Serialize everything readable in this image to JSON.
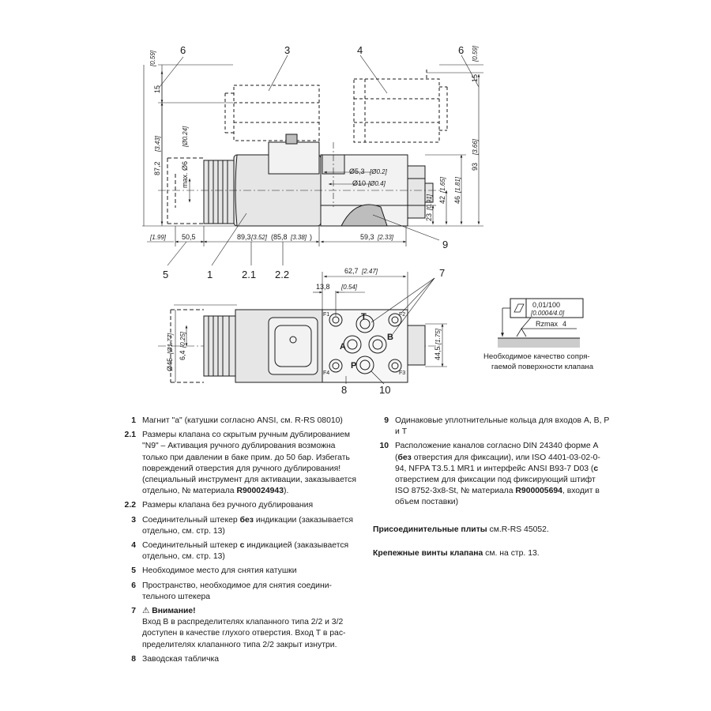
{
  "colors": {
    "line": "#1a1a1a",
    "body_fill": "#e6e6e6",
    "dark_fill": "#bdbdbd",
    "dim_italic": "#444444"
  },
  "drawing": {
    "callouts": {
      "c6": "6",
      "c3": "3",
      "c4": "4",
      "c5": "5",
      "c1": "1",
      "c21": "2.1",
      "c22": "2.2",
      "c9": "9",
      "c7": "7",
      "c8": "8",
      "c10": "10"
    },
    "dims": {
      "d15": "15",
      "d059": "[0.59]",
      "d872": "87,2",
      "d343": "[3.43]",
      "dmax6": "max. Ø6",
      "d024": "[Ø0.24]",
      "d93": "93",
      "d366": "[3.66]",
      "d46": "46",
      "d181": "[1.81]",
      "d42": "42",
      "d165": "[1.65]",
      "d23": "23",
      "d091": "[0.91]",
      "d53": "Ø5,3",
      "d53i": "[Ø0.2]",
      "d10": "Ø10",
      "d10i": "[Ø0.4]",
      "d199": "[1.99]",
      "d505": "50,5",
      "d893": "89,3",
      "d352": "[3.52]",
      "d858": "(85,8",
      "d338": "[3.38]",
      "d858c": ")",
      "d593": "59,3",
      "d233": "[2.33]",
      "d627": "62,7",
      "d247": "[2.47]",
      "d138": "13,8",
      "d054": "[0.54]",
      "d45": "Ø45",
      "d177": "[Ø1.77]",
      "d64": "6,4",
      "d025": "[0.25]",
      "d445": "44,5",
      "d175": "[1.75]"
    },
    "ports": {
      "T": "T",
      "A": "A",
      "B": "B",
      "P": "P",
      "F1": "F1",
      "F2": "F2",
      "F3": "F3",
      "F4": "F4"
    },
    "surface": {
      "flatness": "0,01/100",
      "flatness_in": "[0.0004/4.0]",
      "rz": "Rzmax",
      "rz_val": "4",
      "cap1": "Необходимое качество сопря-",
      "cap2": "гаемой поверхности клапана"
    }
  },
  "legend_left": [
    {
      "num": "1",
      "text": "Магнит \"a\" (катушки согласно ANSI, см. R-RS 08010)"
    },
    {
      "num": "2.1",
      "pre": "Размеры клапана со скрытым ручным дублирова­нием \"N9\" – Активация ручного дублирования возмож­на только при давлении в баке прим. до 50 бар. Из­бегать повреждений отверстия для ручного дублиро­вания! (специальный инструмент для активации, за­казывается отдельно, № материала ",
      "bold": "R900024943",
      "post": ")."
    },
    {
      "num": "2.2",
      "text": "Размеры клапана без ручного дублирования"
    },
    {
      "num": "3",
      "pre": "Соединительный штекер ",
      "bold": "без",
      "post": " индикации (заказы­вается отдельно, см. стр. 13)"
    },
    {
      "num": "4",
      "pre": "Соединительный штекер ",
      "bold": "с",
      "post": " индикацией (заказы­вается отдельно, см. стр. 13)"
    },
    {
      "num": "5",
      "text": "Необходимое место для снятия катушки"
    },
    {
      "num": "6",
      "text": "Пространство, необходимое для снятия соедини­тельного штекера"
    },
    {
      "num": "7",
      "warn_title": "Внимание!",
      "text": "Вход B в распределителях клапанного типа 2/2 и 3/2 доступен в качестве глухого отверстия. Вход T в рас­пределителях клапанного типа 2/2 закрыт изнутри."
    },
    {
      "num": "8",
      "text": "Заводская табличка"
    }
  ],
  "legend_right": [
    {
      "num": "9",
      "text": "Одинаковые уплотнительные кольца для входов A, B, P и T"
    },
    {
      "num": "10",
      "p1": "Расположение каналов согласно DIN 24340 форме A (",
      "b1": "без",
      "p2": " отверстия для фиксации), или ISO 4401-03-02-0-94, NFPA T3.5.1 MR1 и интерфейс ANSI B93-7 D03 (",
      "b2": "с",
      "p3": " отверстием для фиксации под фиксирующий штифт ISO 8752-3x8-St, № материала ",
      "b3": "R900005694",
      "p4": ", входит в объем поставки)"
    }
  ],
  "notes": [
    {
      "bold": "Присоединительные плиты",
      "text": " см.R-RS 45052."
    },
    {
      "bold": "Крепежные винты клапана",
      "text": " см. на стр. 13."
    }
  ]
}
